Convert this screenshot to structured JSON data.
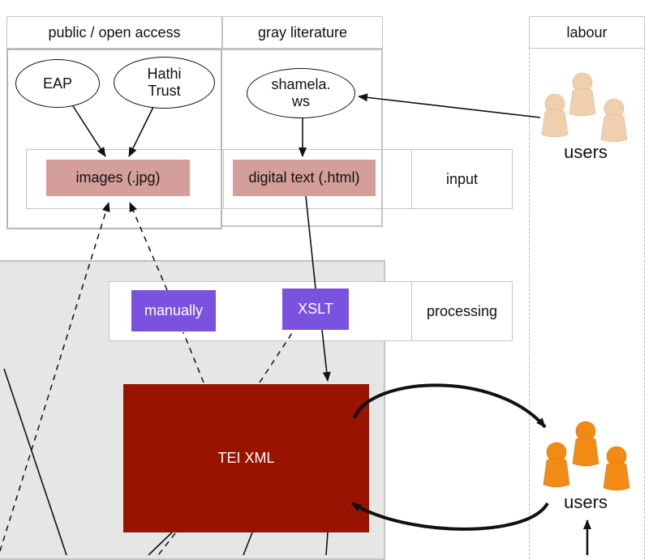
{
  "columns": {
    "public": "public / open access",
    "gray": "gray literature",
    "labour": "labour"
  },
  "sources": {
    "eap": "EAP",
    "hathi": "Hathi\nTrust",
    "shamela": "shamela.\nws"
  },
  "layers": {
    "images": "images (.jpg)",
    "digital_text": "digital text (.html)",
    "input": "input",
    "manually": "manually",
    "xslt": "XSLT",
    "processing": "processing",
    "tei": "TEI XML"
  },
  "users": {
    "top": "users",
    "bottom": "users"
  },
  "colors": {
    "image_layer": "#d49f9a",
    "processing_step": "#7b52df",
    "tei_box": "#981300",
    "user_top": "#f0cfaf",
    "user_bottom": "#f28b16",
    "processing_zone": "#e6e6e6"
  }
}
